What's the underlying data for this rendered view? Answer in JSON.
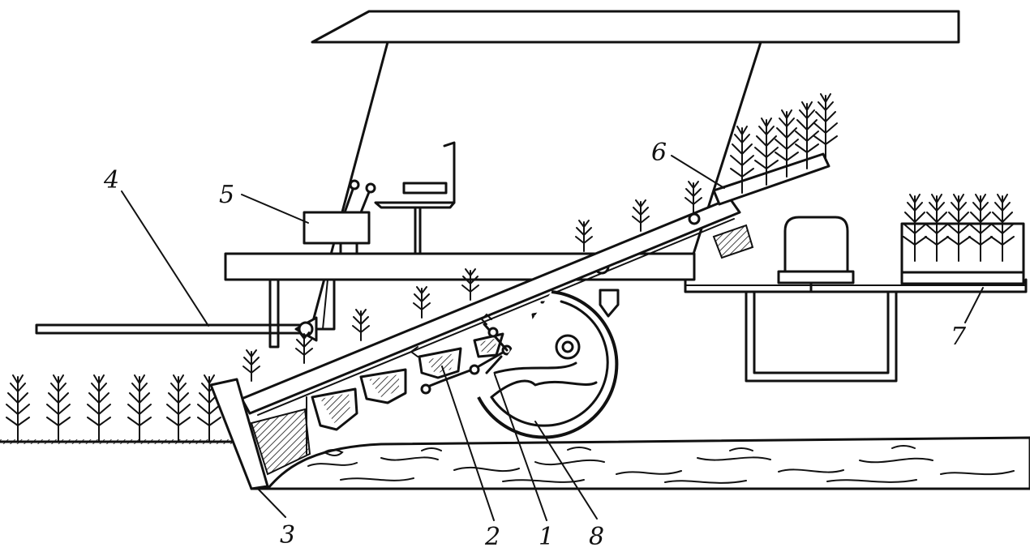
{
  "labels": {
    "digging_share": "3",
    "drawbar": "4",
    "control_unit": "5",
    "elevator_top": "6",
    "container": "7",
    "conveyor": "2",
    "gripper_link": "1",
    "drive_wheel": "8"
  },
  "colors": {
    "ink": "#111111",
    "paper": "#ffffff"
  }
}
